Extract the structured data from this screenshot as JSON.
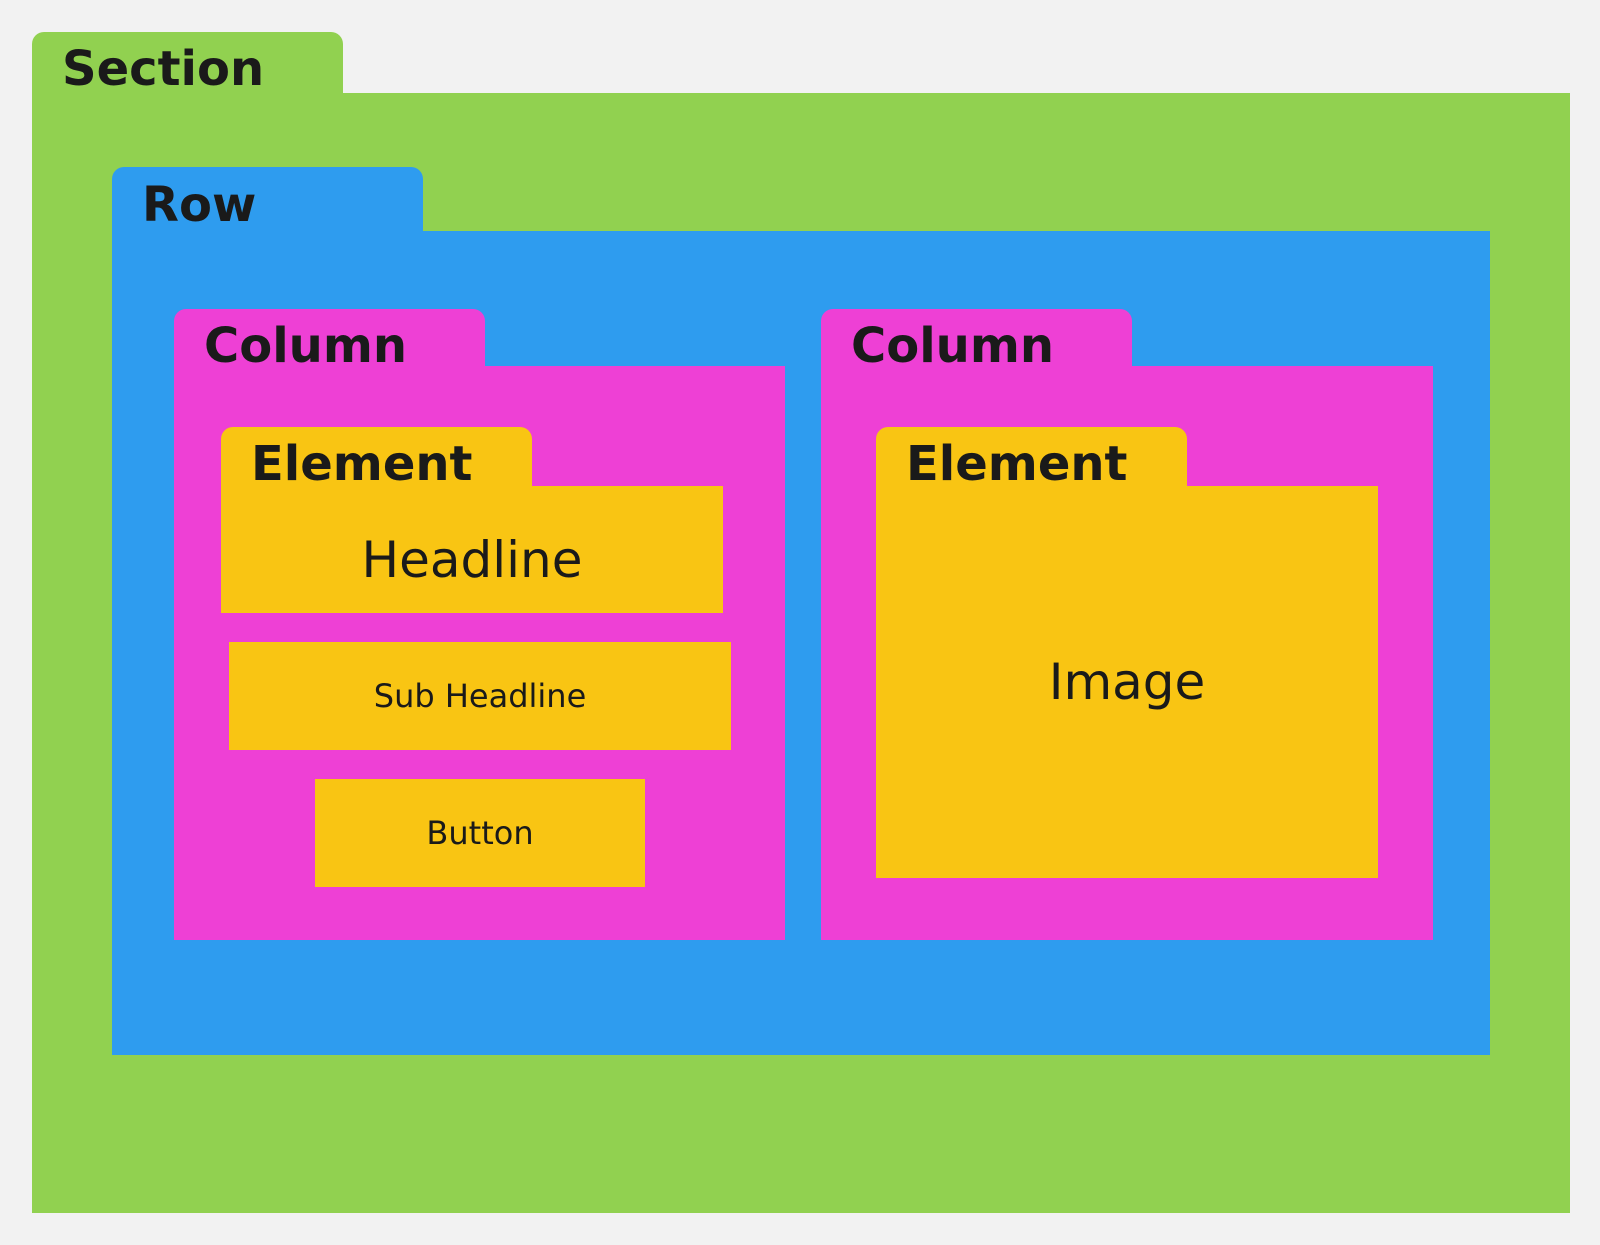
{
  "diagram": {
    "section": {
      "label": "Section"
    },
    "row": {
      "label": "Row"
    },
    "columns": [
      {
        "label": "Column",
        "element_tab_label": "Element",
        "items": [
          "Headline",
          "Sub Headline",
          "Button"
        ]
      },
      {
        "label": "Column",
        "element_tab_label": "Element",
        "items": [
          "Image"
        ]
      }
    ]
  },
  "colors": {
    "background": "#f2f2f2",
    "section": "#91d150",
    "row": "#2e9cef",
    "column": "#ee40d5",
    "element": "#f9c513",
    "text": "#1a1a1a"
  }
}
